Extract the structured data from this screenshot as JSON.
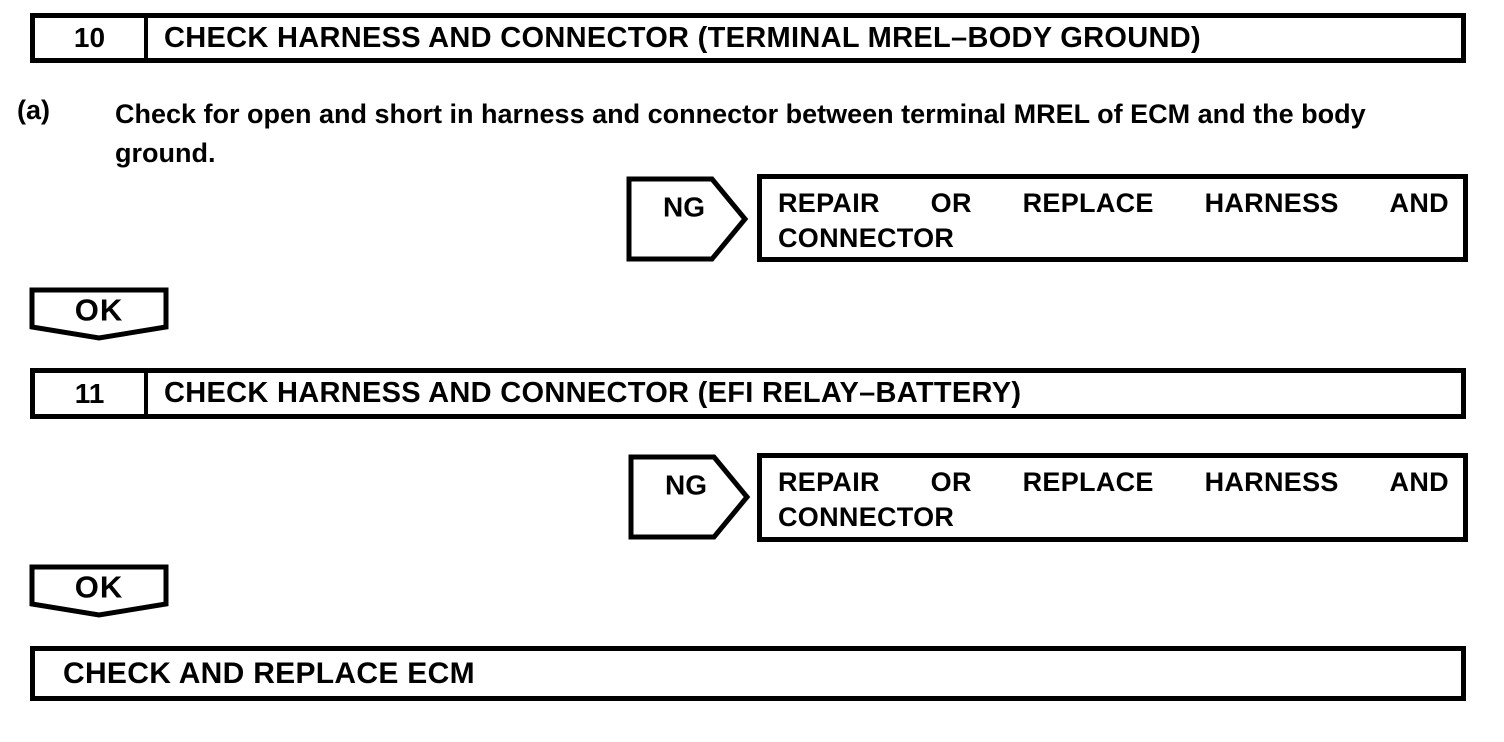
{
  "page": {
    "background": "#ffffff",
    "ink": "#000000"
  },
  "step_10": {
    "number": "10",
    "title": "CHECK HARNESS AND CONNECTOR (TERMINAL MREL–BODY GROUND)",
    "instruction_label": "(a)",
    "instruction_line1": "Check for open and short in harness and connector between terminal MREL of ECM and the body",
    "instruction_line2": "ground.",
    "ng_label": "NG",
    "ng_action_words": [
      "REPAIR",
      "OR",
      "REPLACE",
      "HARNESS",
      "AND"
    ],
    "ng_action_line2": "CONNECTOR",
    "ok_label": "OK"
  },
  "step_11": {
    "number": "11",
    "title": "CHECK HARNESS AND CONNECTOR (EFI RELAY–BATTERY)",
    "ng_label": "NG",
    "ng_action_words": [
      "REPAIR",
      "OR",
      "REPLACE",
      "HARNESS",
      "AND"
    ],
    "ng_action_line2": "CONNECTOR",
    "ok_label": "OK"
  },
  "final_action": {
    "label": "CHECK AND REPLACE ECM"
  }
}
